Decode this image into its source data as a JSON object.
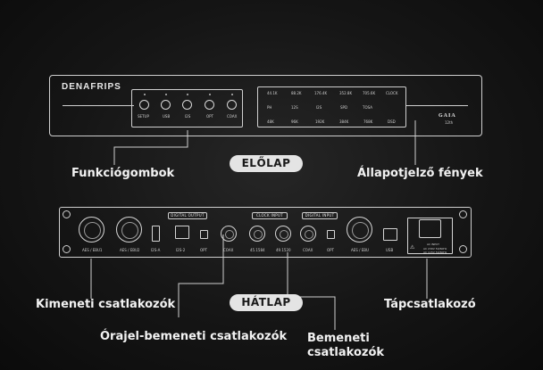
{
  "front": {
    "brand": "DENAFRIPS",
    "buttons": [
      "SETUP",
      "USB",
      "I2S",
      "OPT",
      "COAX"
    ],
    "leds_row1": [
      "44.1K",
      "88.2K",
      "176.4K",
      "352.8K",
      "705.6K",
      "CLOCK"
    ],
    "leds_row2": [
      "PH",
      "12S",
      "I2S",
      "SPD",
      "TOSA"
    ],
    "leds_row3": [
      "48K",
      "96K",
      "192K",
      "384K",
      "768K",
      "DSD"
    ],
    "model": "GAIA",
    "model_sub": "12th"
  },
  "rear": {
    "group_digital_output": "DIGITAL OUTPUT",
    "group_clock_input": "CLOCK INPUT",
    "group_digital_input": "DIGITAL INPUT",
    "port_labels": [
      "AES / EBU1",
      "AES / EBU2",
      "I2S-A",
      "I2S-2",
      "OPT",
      "COAX",
      "45.1584",
      "49.1520",
      "COAX",
      "OPT",
      "AES / EBU",
      "USB"
    ],
    "power_text": [
      "AC INPUT",
      "AC 230V 50/60Hz",
      "AC 115V 50/60Hz"
    ]
  },
  "labels": {
    "front_section": "ELŐLAP",
    "rear_section": "HÁTLAP",
    "function_buttons": "Funkciógombok",
    "status_lights": "Állapotjelző fények",
    "output_connectors": "Kimeneti csatlakozók",
    "clock_input_connectors": "Órajel-bemeneti csatlakozók",
    "input_connectors_line1": "Bemeneti",
    "input_connectors_line2": "csatlakozók",
    "power_connector": "Tápcsatlakozó"
  }
}
